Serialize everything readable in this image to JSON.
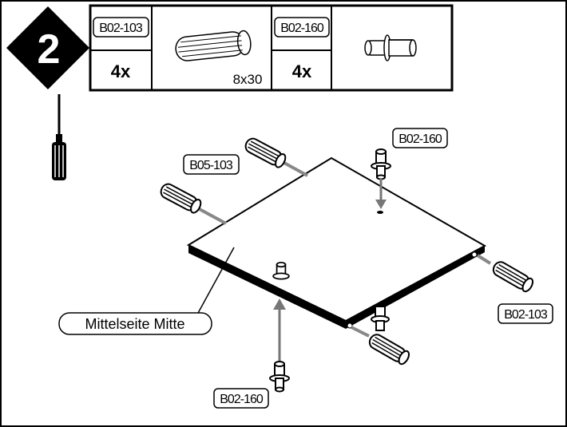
{
  "step": {
    "number": "2"
  },
  "parts_table": {
    "parts": [
      {
        "code": "B02-103",
        "quantity": "4x",
        "size": "8x30",
        "icon": "dowel-icon"
      },
      {
        "code": "B02-160",
        "quantity": "4x",
        "icon": "connector-pin-icon"
      }
    ]
  },
  "tool": {
    "icon": "screwdriver-icon"
  },
  "labels": {
    "panel_name": "Mittelseite Mitte",
    "callout_b05_103": "B05-103",
    "callout_b02_160_top": "B02-160",
    "callout_b02_103_right": "B02-103",
    "callout_b02_160_bottom": "B02-160"
  }
}
